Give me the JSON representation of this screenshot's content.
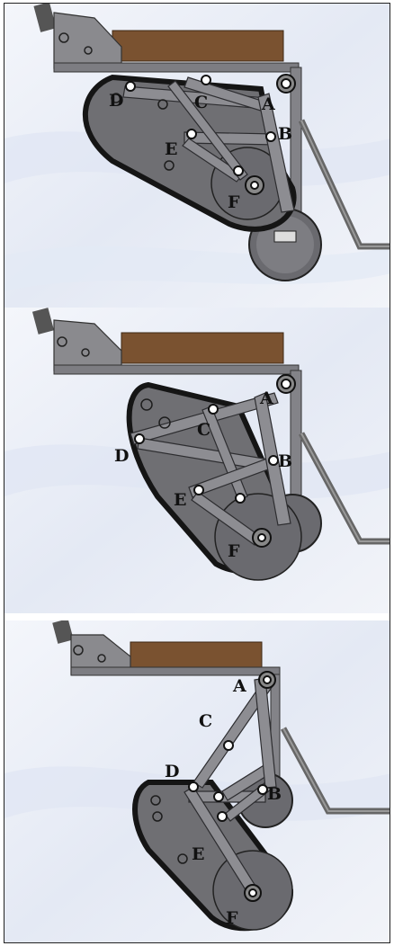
{
  "figure": {
    "panels": [
      {
        "id": "p1",
        "labels": {
          "A": "A",
          "B": "B",
          "C": "C",
          "D": "D",
          "E": "E",
          "F": "F"
        }
      },
      {
        "id": "p2",
        "labels": {
          "A": "A",
          "B": "B",
          "C": "C",
          "D": "D",
          "E": "E",
          "F": "F"
        }
      },
      {
        "id": "p3",
        "labels": {
          "A": "A",
          "B": "B",
          "C": "C",
          "D": "D",
          "E": "E",
          "F": "F"
        }
      }
    ]
  },
  "colors": {
    "background": "#ffffff",
    "backdrop": "#e9edf6",
    "wood": "#7a5230",
    "metal": "#6f6f73",
    "metal_dark": "#4a4a4f",
    "belt": "#151515",
    "outline": "#222222"
  }
}
